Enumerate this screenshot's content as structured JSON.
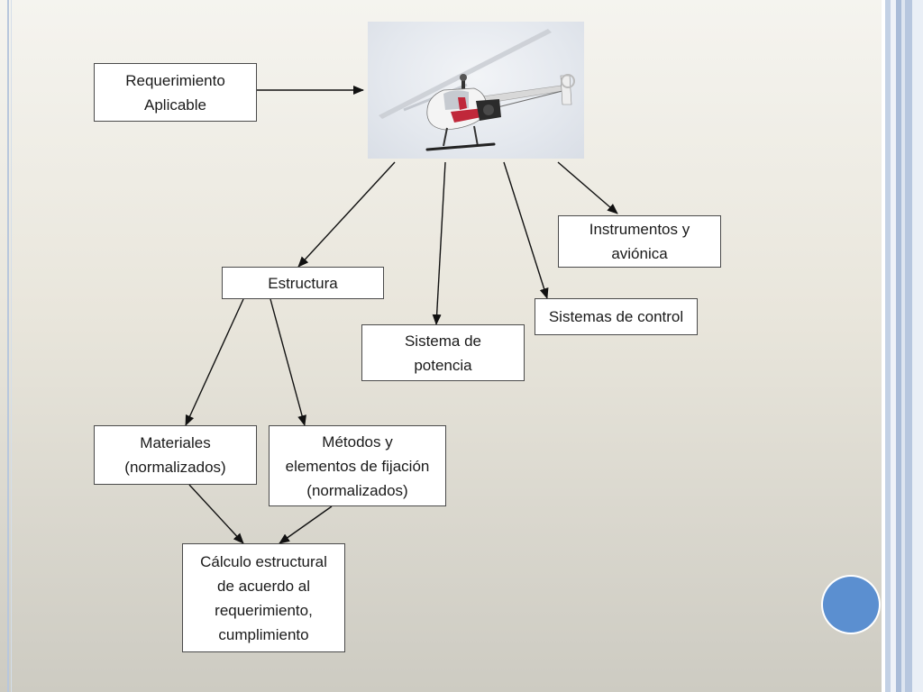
{
  "diagram": {
    "nodes": {
      "requerimiento": "Requerimiento\nAplicable",
      "instrumentos": "Instrumentos y\naviónica",
      "estructura": "Estructura",
      "control": "Sistemas de control",
      "potencia": "Sistema de\npotencia",
      "materiales": "Materiales\n(normalizados)",
      "metodos": "Métodos y\nelementos de fijación\n(normalizados)",
      "calculo": "Cálculo estructural\nde acuerdo al\nrequerimiento,\ncumplimiento"
    },
    "edges": [
      {
        "from": "requerimiento",
        "to": "helicopter-image"
      },
      {
        "from": "helicopter-image",
        "to": "estructura"
      },
      {
        "from": "helicopter-image",
        "to": "potencia"
      },
      {
        "from": "helicopter-image",
        "to": "control"
      },
      {
        "from": "helicopter-image",
        "to": "instrumentos"
      },
      {
        "from": "estructura",
        "to": "materiales"
      },
      {
        "from": "estructura",
        "to": "metodos"
      },
      {
        "from": "materiales",
        "to": "calculo"
      },
      {
        "from": "metodos",
        "to": "calculo"
      }
    ],
    "colors": {
      "box_border": "#4a4a4a",
      "arrow": "#111111",
      "accent_dot": "#5b8fd0",
      "side_band": "#b7c7df"
    }
  }
}
